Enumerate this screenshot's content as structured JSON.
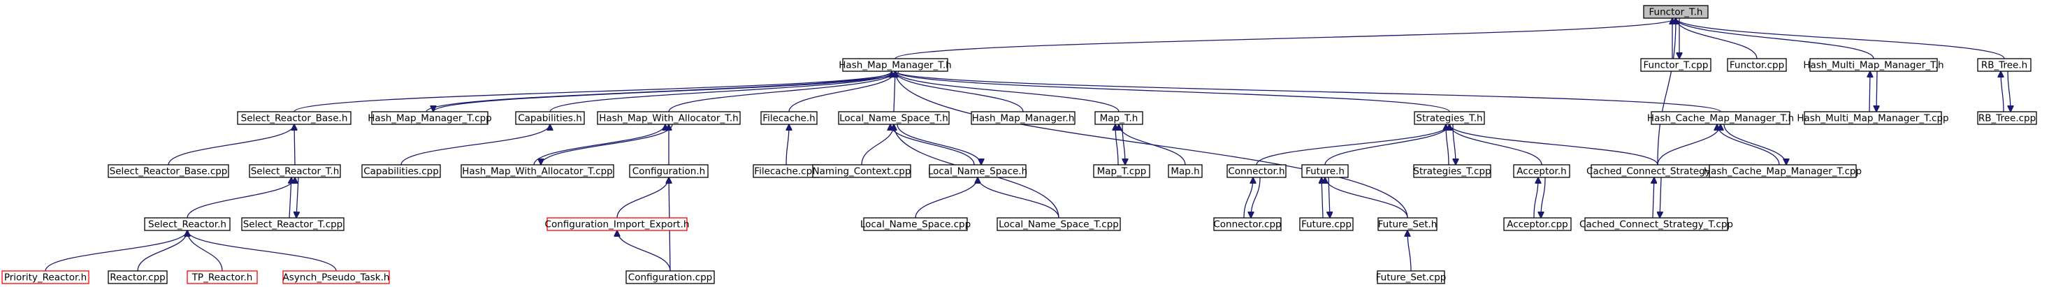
{
  "graph": {
    "colors": {
      "edge": "#191970",
      "text": "#000000",
      "border": "#000000",
      "missing_border": "#ff0000",
      "current_fill": "#bfbfbf"
    },
    "nodes": [
      {
        "id": "functor_t_h",
        "label": "Functor_T.h",
        "current": true
      },
      {
        "id": "hash_map_manager_t_h",
        "label": "Hash_Map_Manager_T.h"
      },
      {
        "id": "functor_t_cpp",
        "label": "Functor_T.cpp"
      },
      {
        "id": "functor_cpp",
        "label": "Functor.cpp"
      },
      {
        "id": "hash_multi_map_manager_t_h",
        "label": "Hash_Multi_Map_Manager_T.h"
      },
      {
        "id": "rb_tree_h",
        "label": "RB_Tree.h"
      },
      {
        "id": "select_reactor_base_h",
        "label": "Select_Reactor_Base.h"
      },
      {
        "id": "hash_map_manager_t_cpp",
        "label": "Hash_Map_Manager_T.cpp"
      },
      {
        "id": "capabilities_h",
        "label": "Capabilities.h"
      },
      {
        "id": "hash_map_with_allocator_t_h",
        "label": "Hash_Map_With_Allocator_T.h"
      },
      {
        "id": "filecache_h",
        "label": "Filecache.h"
      },
      {
        "id": "local_name_space_t_h",
        "label": "Local_Name_Space_T.h"
      },
      {
        "id": "hash_map_manager_h",
        "label": "Hash_Map_Manager.h"
      },
      {
        "id": "map_t_h",
        "label": "Map_T.h"
      },
      {
        "id": "strategies_t_h",
        "label": "Strategies_T.h"
      },
      {
        "id": "hash_cache_map_manager_t_h",
        "label": "Hash_Cache_Map_Manager_T.h"
      },
      {
        "id": "hash_multi_map_manager_t_cpp",
        "label": "Hash_Multi_Map_Manager_T.cpp"
      },
      {
        "id": "rb_tree_cpp",
        "label": "RB_Tree.cpp"
      },
      {
        "id": "select_reactor_base_cpp",
        "label": "Select_Reactor_Base.cpp"
      },
      {
        "id": "select_reactor_t_h",
        "label": "Select_Reactor_T.h"
      },
      {
        "id": "capabilities_cpp",
        "label": "Capabilities.cpp"
      },
      {
        "id": "hash_map_with_allocator_t_cpp",
        "label": "Hash_Map_With_Allocator_T.cpp"
      },
      {
        "id": "configuration_h",
        "label": "Configuration.h"
      },
      {
        "id": "filecache_cpp",
        "label": "Filecache.cpp"
      },
      {
        "id": "naming_context_cpp",
        "label": "Naming_Context.cpp"
      },
      {
        "id": "local_name_space_h",
        "label": "Local_Name_Space.h"
      },
      {
        "id": "map_t_cpp",
        "label": "Map_T.cpp"
      },
      {
        "id": "map_h",
        "label": "Map.h"
      },
      {
        "id": "connector_h",
        "label": "Connector.h"
      },
      {
        "id": "future_h",
        "label": "Future.h"
      },
      {
        "id": "strategies_t_cpp",
        "label": "Strategies_T.cpp"
      },
      {
        "id": "acceptor_h",
        "label": "Acceptor.h"
      },
      {
        "id": "cached_connect_strategy_t_h",
        "label": "Cached_Connect_Strategy_T.h"
      },
      {
        "id": "hash_cache_map_manager_t_cpp",
        "label": "Hash_Cache_Map_Manager_T.cpp"
      },
      {
        "id": "select_reactor_h",
        "label": "Select_Reactor.h"
      },
      {
        "id": "select_reactor_t_cpp",
        "label": "Select_Reactor_T.cpp"
      },
      {
        "id": "configuration_import_export_h",
        "label": "Configuration_Import_Export.h",
        "missing": true
      },
      {
        "id": "local_name_space_cpp",
        "label": "Local_Name_Space.cpp"
      },
      {
        "id": "local_name_space_t_cpp",
        "label": "Local_Name_Space_T.cpp"
      },
      {
        "id": "connector_cpp",
        "label": "Connector.cpp"
      },
      {
        "id": "future_cpp",
        "label": "Future.cpp"
      },
      {
        "id": "future_set_h",
        "label": "Future_Set.h"
      },
      {
        "id": "acceptor_cpp",
        "label": "Acceptor.cpp"
      },
      {
        "id": "cached_connect_strategy_t_cpp",
        "label": "Cached_Connect_Strategy_T.cpp"
      },
      {
        "id": "priority_reactor_h",
        "label": "Priority_Reactor.h",
        "missing": true
      },
      {
        "id": "reactor_cpp",
        "label": "Reactor.cpp"
      },
      {
        "id": "tp_reactor_h",
        "label": "TP_Reactor.h",
        "missing": true
      },
      {
        "id": "asynch_pseudo_task_h",
        "label": "Asynch_Pseudo_Task.h",
        "missing": true
      },
      {
        "id": "configuration_cpp",
        "label": "Configuration.cpp"
      },
      {
        "id": "future_set_cpp",
        "label": "Future_Set.cpp"
      }
    ],
    "edges": [
      [
        "hash_map_manager_t_h",
        "functor_t_h"
      ],
      [
        "functor_t_cpp",
        "functor_t_h"
      ],
      [
        "functor_t_h",
        "functor_t_cpp"
      ],
      [
        "functor_cpp",
        "functor_t_h"
      ],
      [
        "hash_multi_map_manager_t_h",
        "functor_t_h"
      ],
      [
        "rb_tree_h",
        "functor_t_h"
      ],
      [
        "cached_connect_strategy_t_h",
        "functor_t_h"
      ],
      [
        "select_reactor_base_h",
        "hash_map_manager_t_h"
      ],
      [
        "hash_map_manager_t_cpp",
        "hash_map_manager_t_h"
      ],
      [
        "hash_map_manager_t_h",
        "hash_map_manager_t_cpp"
      ],
      [
        "capabilities_h",
        "hash_map_manager_t_h"
      ],
      [
        "hash_map_with_allocator_t_h",
        "hash_map_manager_t_h"
      ],
      [
        "filecache_h",
        "hash_map_manager_t_h"
      ],
      [
        "local_name_space_t_h",
        "hash_map_manager_t_h"
      ],
      [
        "hash_map_manager_h",
        "hash_map_manager_t_h"
      ],
      [
        "map_t_h",
        "hash_map_manager_t_h"
      ],
      [
        "strategies_t_h",
        "hash_map_manager_t_h"
      ],
      [
        "hash_cache_map_manager_t_h",
        "hash_map_manager_t_h"
      ],
      [
        "future_set_h",
        "hash_map_manager_t_h"
      ],
      [
        "hash_multi_map_manager_t_cpp",
        "hash_multi_map_manager_t_h"
      ],
      [
        "hash_multi_map_manager_t_h",
        "hash_multi_map_manager_t_cpp"
      ],
      [
        "rb_tree_cpp",
        "rb_tree_h"
      ],
      [
        "rb_tree_h",
        "rb_tree_cpp"
      ],
      [
        "select_reactor_base_cpp",
        "select_reactor_base_h"
      ],
      [
        "select_reactor_t_h",
        "select_reactor_base_h"
      ],
      [
        "capabilities_cpp",
        "capabilities_h"
      ],
      [
        "hash_map_with_allocator_t_cpp",
        "hash_map_with_allocator_t_h"
      ],
      [
        "hash_map_with_allocator_t_h",
        "hash_map_with_allocator_t_cpp"
      ],
      [
        "configuration_h",
        "hash_map_with_allocator_t_h"
      ],
      [
        "filecache_cpp",
        "filecache_h"
      ],
      [
        "naming_context_cpp",
        "local_name_space_t_h"
      ],
      [
        "local_name_space_h",
        "local_name_space_t_h"
      ],
      [
        "local_name_space_t_h",
        "local_name_space_h"
      ],
      [
        "local_name_space_t_cpp",
        "local_name_space_t_h"
      ],
      [
        "map_t_cpp",
        "map_t_h"
      ],
      [
        "map_t_h",
        "map_t_cpp"
      ],
      [
        "map_h",
        "map_t_h"
      ],
      [
        "connector_h",
        "strategies_t_h"
      ],
      [
        "future_h",
        "strategies_t_h"
      ],
      [
        "strategies_t_cpp",
        "strategies_t_h"
      ],
      [
        "strategies_t_h",
        "strategies_t_cpp"
      ],
      [
        "acceptor_h",
        "strategies_t_h"
      ],
      [
        "cached_connect_strategy_t_h",
        "strategies_t_h"
      ],
      [
        "cached_connect_strategy_t_h",
        "hash_cache_map_manager_t_h"
      ],
      [
        "hash_cache_map_manager_t_cpp",
        "hash_cache_map_manager_t_h"
      ],
      [
        "hash_cache_map_manager_t_h",
        "hash_cache_map_manager_t_cpp"
      ],
      [
        "select_reactor_h",
        "select_reactor_t_h"
      ],
      [
        "select_reactor_t_cpp",
        "select_reactor_t_h"
      ],
      [
        "select_reactor_t_h",
        "select_reactor_t_cpp"
      ],
      [
        "configuration_import_export_h",
        "configuration_h"
      ],
      [
        "configuration_cpp",
        "configuration_h"
      ],
      [
        "local_name_space_cpp",
        "local_name_space_h"
      ],
      [
        "local_name_space_t_cpp",
        "local_name_space_h"
      ],
      [
        "connector_cpp",
        "connector_h"
      ],
      [
        "connector_h",
        "connector_cpp"
      ],
      [
        "future_cpp",
        "future_h"
      ],
      [
        "future_h",
        "future_cpp"
      ],
      [
        "future_set_h",
        "future_h"
      ],
      [
        "acceptor_cpp",
        "acceptor_h"
      ],
      [
        "acceptor_h",
        "acceptor_cpp"
      ],
      [
        "cached_connect_strategy_t_cpp",
        "cached_connect_strategy_t_h"
      ],
      [
        "cached_connect_strategy_t_h",
        "cached_connect_strategy_t_cpp"
      ],
      [
        "priority_reactor_h",
        "select_reactor_h"
      ],
      [
        "reactor_cpp",
        "select_reactor_h"
      ],
      [
        "tp_reactor_h",
        "select_reactor_h"
      ],
      [
        "asynch_pseudo_task_h",
        "select_reactor_h"
      ],
      [
        "configuration_cpp",
        "configuration_import_export_h"
      ],
      [
        "future_set_cpp",
        "future_set_h"
      ]
    ]
  }
}
